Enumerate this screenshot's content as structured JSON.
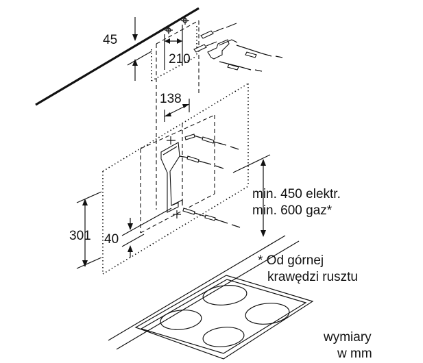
{
  "dimensions": {
    "d45": "45",
    "d210": "210",
    "d138": "138",
    "d301": "301",
    "d40": "40"
  },
  "clearance": {
    "line1": "min. 450 elektr.",
    "line2": "min. 600 gaz*"
  },
  "footnote": {
    "line1": "* Od górnej",
    "line2": "krawędzi rusztu"
  },
  "units": {
    "line1": "wymiary",
    "line2": "w mm"
  }
}
